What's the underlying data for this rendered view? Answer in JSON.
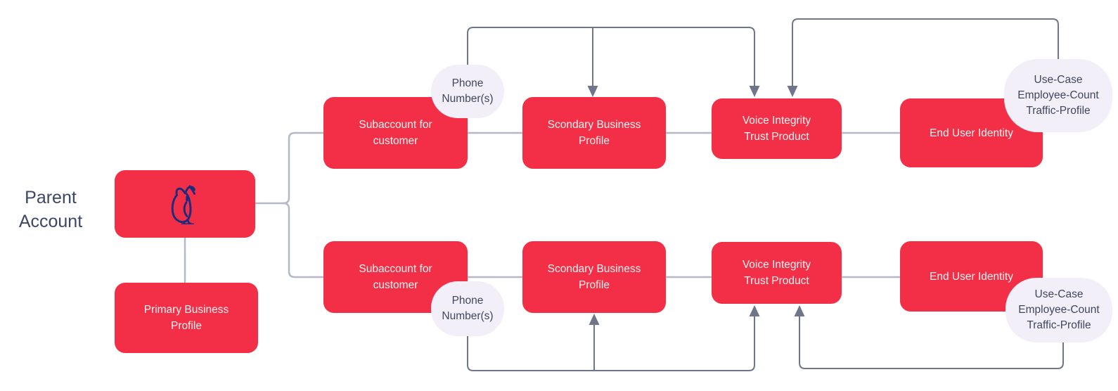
{
  "side_label": {
    "text": "Parent Account"
  },
  "nodes": {
    "parent_account": {
      "icon": "owl-icon"
    },
    "primary_business_profile": {
      "label": "Primary Business Profile"
    },
    "subaccount_top": {
      "label": "Subaccount for customer"
    },
    "secondary_business_profile_top": {
      "label": "Scondary Business Profile"
    },
    "voice_integrity_top": {
      "label": "Voice Integrity Trust Product"
    },
    "end_user_identity_top": {
      "label": "End User Identity"
    },
    "subaccount_bottom": {
      "label": "Subaccount for customer"
    },
    "secondary_business_profile_bottom": {
      "label": "Scondary Business Profile"
    },
    "voice_integrity_bottom": {
      "label": "Voice Integrity Trust Product"
    },
    "end_user_identity_bottom": {
      "label": "End User Identity"
    }
  },
  "annotations": {
    "phone_numbers_top": {
      "label": "Phone Number(s)"
    },
    "phone_numbers_bottom": {
      "label": "Phone Number(s)"
    },
    "trust_attributes_top": {
      "label": "Use-Case Employee-Count Traffic-Profile"
    },
    "trust_attributes_bottom": {
      "label": "Use-Case Employee-Count Traffic-Profile"
    }
  },
  "colors": {
    "node_fill": "#f22f46",
    "node_text": "#fdf3f3",
    "bubble_fill": "#f2eff9",
    "bubble_text": "#3f4660",
    "line_plain": "#b5b8c6",
    "line_arrow": "#6f7689",
    "owl": "#1b2b7d",
    "label_text": "#3d4763",
    "page_bg": "#ffffff"
  }
}
